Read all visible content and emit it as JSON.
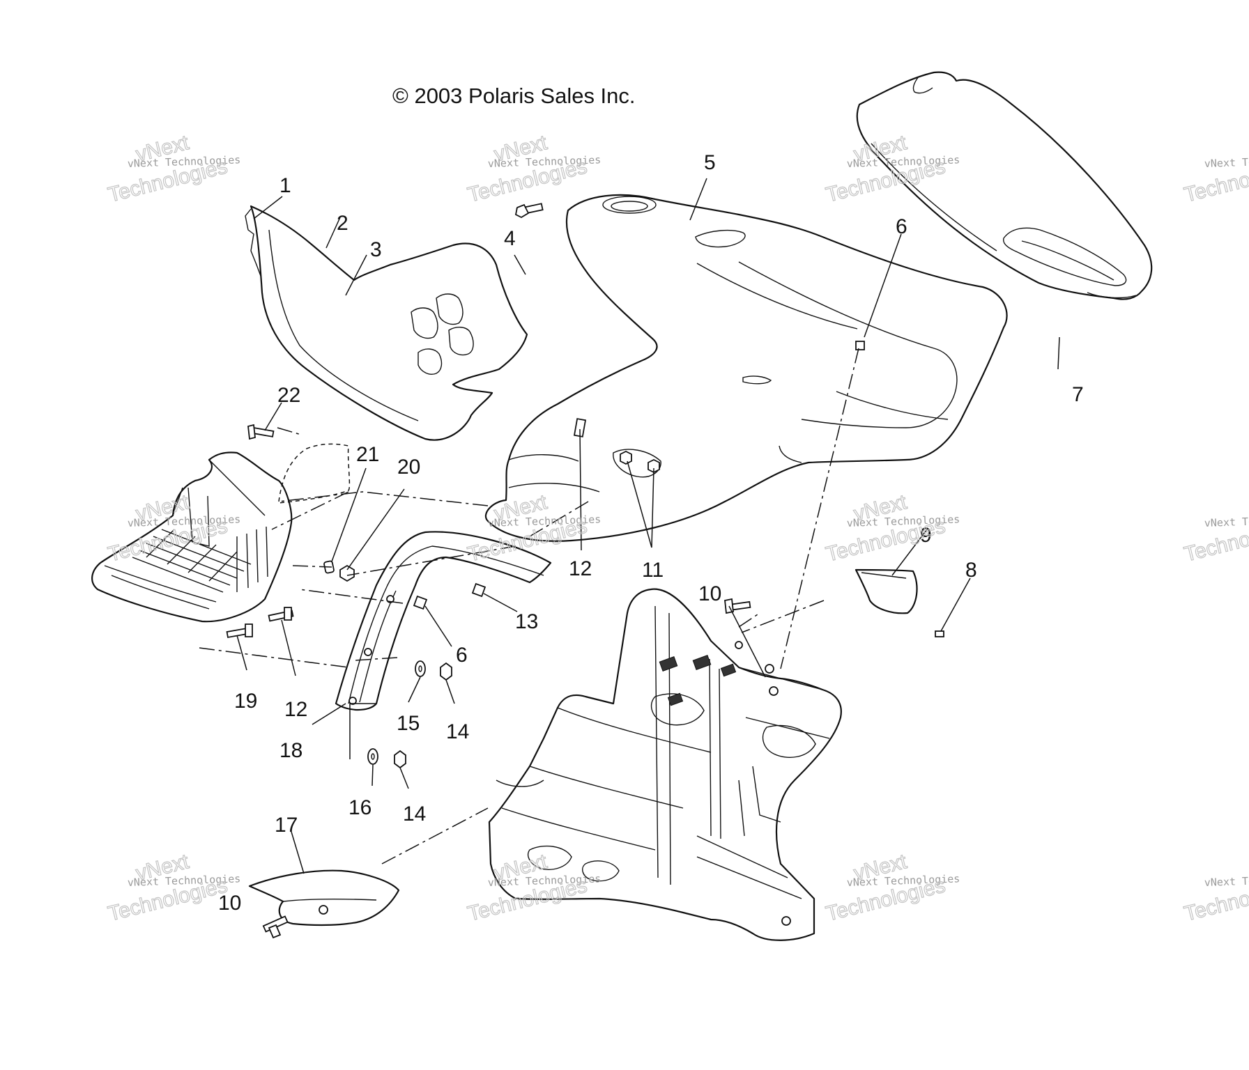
{
  "diagram": {
    "copyright": "© 2003 Polaris Sales Inc.",
    "watermark": {
      "line1": "vNext",
      "line2": "vNext Technologies",
      "line3": "Technologies"
    },
    "callouts": [
      "1",
      "2",
      "3",
      "4",
      "5",
      "6",
      "7",
      "22",
      "21",
      "20",
      "12",
      "11",
      "9",
      "8",
      "10",
      "13",
      "6",
      "19",
      "12",
      "15",
      "14",
      "18",
      "16",
      "14",
      "17",
      "10"
    ]
  }
}
